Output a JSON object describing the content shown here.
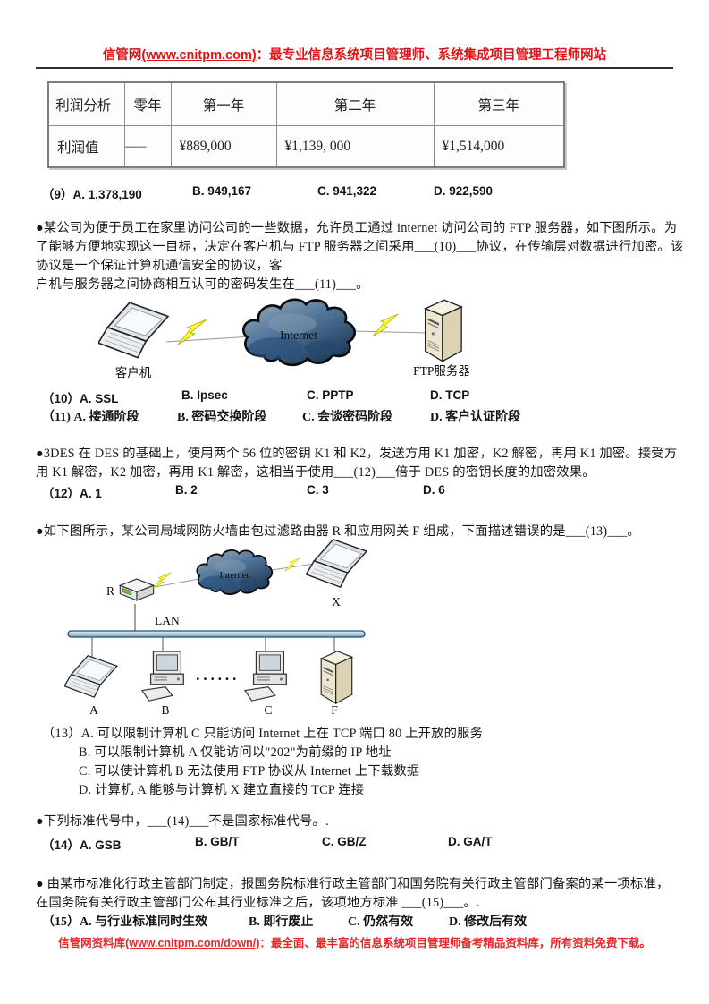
{
  "header": {
    "prefix": "信管网",
    "link": "(www.cnitpm.com)",
    "suffix": "：最专业信息系统项目管理师、系统集成项目管理工程师网站"
  },
  "footer": {
    "prefix": "信管网资料库",
    "link": "(www.cnitpm.com/down/)",
    "suffix": "：最全面、最丰富的信息系统项目管理师备考精品资料库，所有资料免费下载。"
  },
  "profit_table": {
    "headers": [
      "利润分析",
      "零年",
      "第一年",
      "第二年",
      "第三年"
    ],
    "row_label": "利润值",
    "dash": "——",
    "values": [
      "¥889,000",
      "¥1,139, 000",
      "¥1,514,000"
    ]
  },
  "q9": {
    "options": [
      "（9）A. 1,378,190",
      "B. 949,167",
      "C. 941,322",
      "D. 922,590"
    ]
  },
  "q10": {
    "intro_lines": [
      "●某公司为便于员工在家里访问公司的一些数据，允许员工通过 internet 访问公司的 FTP 服务器，如下图所示。为",
      "了能够方便地实现这一目标，决定在客户机与 FTP 服务器之间采用___(10)___协议，在传输层对数据进行加密。该",
      "协议是一个保证计算机通信安全的协议，客",
      "户机与服务器之间协商相互认可的密码发生在___(11)___。"
    ],
    "options": [
      "（10）A. SSL",
      "B. Ipsec",
      "C. PPTP",
      "D. TCP"
    ]
  },
  "q11": {
    "options": [
      "（11) A. 接通阶段",
      "B. 密码交换阶段",
      "C. 会谈密码阶段",
      "D. 客户认证阶段"
    ]
  },
  "diagram1": {
    "client": "客户机",
    "cloud": "Internet",
    "server": "FTP服务器"
  },
  "q12": {
    "intro_lines": [
      "●3DES 在 DES 的基础上，使用两个 56 位的密钥 K1 和 K2，发送方用 K1 加密，K2 解密，再用 K1 加密。接受方",
      "用 K1 解密，K2 加密，再用 K1 解密，这相当于使用___(12)___倍于 DES 的密钥长度的加密效果。"
    ],
    "options": [
      "（12）A. 1",
      "B. 2",
      "C. 3",
      "D. 6"
    ]
  },
  "q13": {
    "intro": "●如下图所示，某公司局域网防火墙由包过滤路由器 R  和应用网关 F  组成，下面描述错误的是___(13)___。",
    "options_lines": [
      "（13）A. 可以限制计算机 C 只能访问 Internet 上在 TCP 端口 80 上开放的服务",
      "B. 可以限制计算机 A 仅能访问以\"202\"为前缀的 IP 地址",
      "C. 可以使计算机 B 无法使用 FTP 协议从 Internet 上下载数据",
      "D. 计算机 A 能够与计算机 X 建立直接的 TCP 连接"
    ]
  },
  "diagram2": {
    "router": "R",
    "cloud": "Internet",
    "x_label": "X",
    "lan": "LAN",
    "dots": "······",
    "node_a": "A",
    "node_b": "B",
    "node_c": "C",
    "node_f": "F"
  },
  "q14": {
    "intro": "●下列标准代号中，___(14)___不是国家标准代号。.",
    "options": [
      "（14）A. GSB",
      "B. GB/T",
      "C. GB/Z",
      "D. GA/T"
    ]
  },
  "q15": {
    "intro_lines": [
      "● 由某市标准化行政主管部门制定，报国务院标准行政主管部门和国务院有关行政主管部门备案的某一项标准，",
      "在国务院有关行政主管部门公布其行业标准之后，该项地方标准  ___(15)___。."
    ],
    "options": [
      "（15）A. 与行业标准同时生效",
      "B. 即行废止",
      "C. 仍然有效",
      "D. 修改后有效"
    ]
  }
}
